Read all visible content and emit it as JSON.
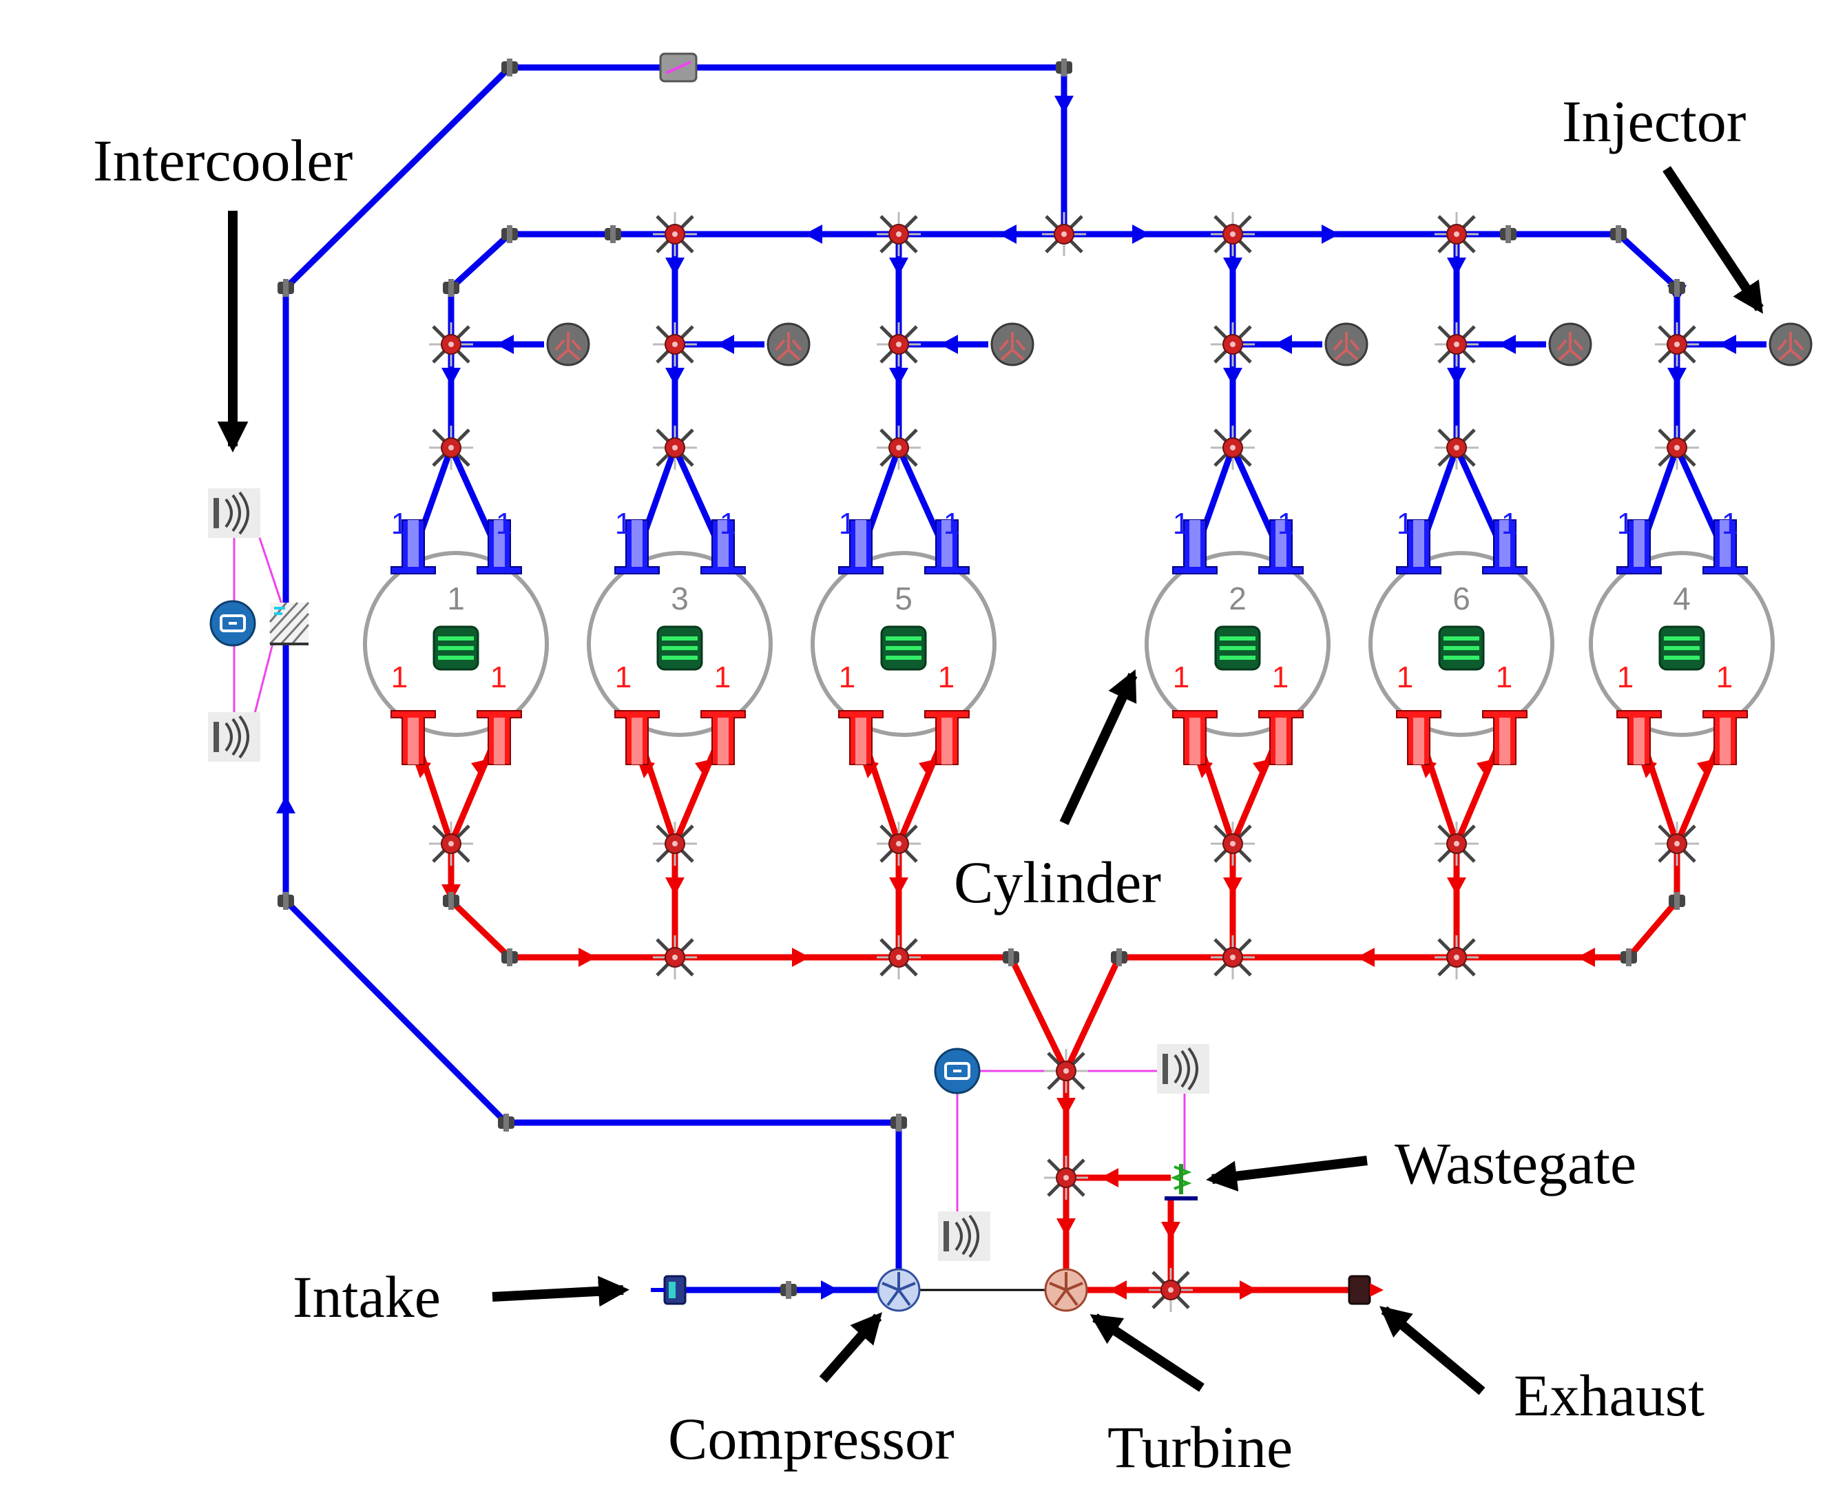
{
  "labels": {
    "intercooler": "Intercooler",
    "injector": "Injector",
    "cylinder": "Cylinder",
    "wastegate": "Wastegate",
    "intake": "Intake",
    "compressor": "Compressor",
    "turbine": "Turbine",
    "exhaust": "Exhaust"
  },
  "cylinders": [
    {
      "number": "1",
      "intake_valve_a": "1",
      "intake_valve_b": "1",
      "exhaust_valve_a": "1",
      "exhaust_valve_b": "1"
    },
    {
      "number": "3",
      "intake_valve_a": "1",
      "intake_valve_b": "1",
      "exhaust_valve_a": "1",
      "exhaust_valve_b": "1"
    },
    {
      "number": "5",
      "intake_valve_a": "1",
      "intake_valve_b": "1",
      "exhaust_valve_a": "1",
      "exhaust_valve_b": "1"
    },
    {
      "number": "2",
      "intake_valve_a": "1",
      "intake_valve_b": "1",
      "exhaust_valve_a": "1",
      "exhaust_valve_b": "1"
    },
    {
      "number": "6",
      "intake_valve_a": "1",
      "intake_valve_b": "1",
      "exhaust_valve_a": "1",
      "exhaust_valve_b": "1"
    },
    {
      "number": "4",
      "intake_valve_a": "1",
      "intake_valve_b": "1",
      "exhaust_valve_a": "1",
      "exhaust_valve_b": "1"
    }
  ],
  "colors": {
    "intake_flow": "#0000ee",
    "exhaust_flow": "#ee0000",
    "signal_wire": "#ee44ee",
    "cylinder_outline": "#a0a0a0",
    "label_arrow": "#000000"
  },
  "icons": {
    "junction": "flowsplit-icon",
    "injector": "injector-icon",
    "cylinder_piston": "piston-icon",
    "controller": "controller-icon",
    "sensor": "sensor-icon",
    "compressor": "compressor-icon",
    "turbine": "turbine-icon",
    "wastegate": "wastegate-valve-icon",
    "heat_exchanger": "intercooler-icon",
    "orifice": "orifice-icon",
    "inlet_boundary": "intake-boundary-icon",
    "outlet_boundary": "exhaust-boundary-icon"
  }
}
